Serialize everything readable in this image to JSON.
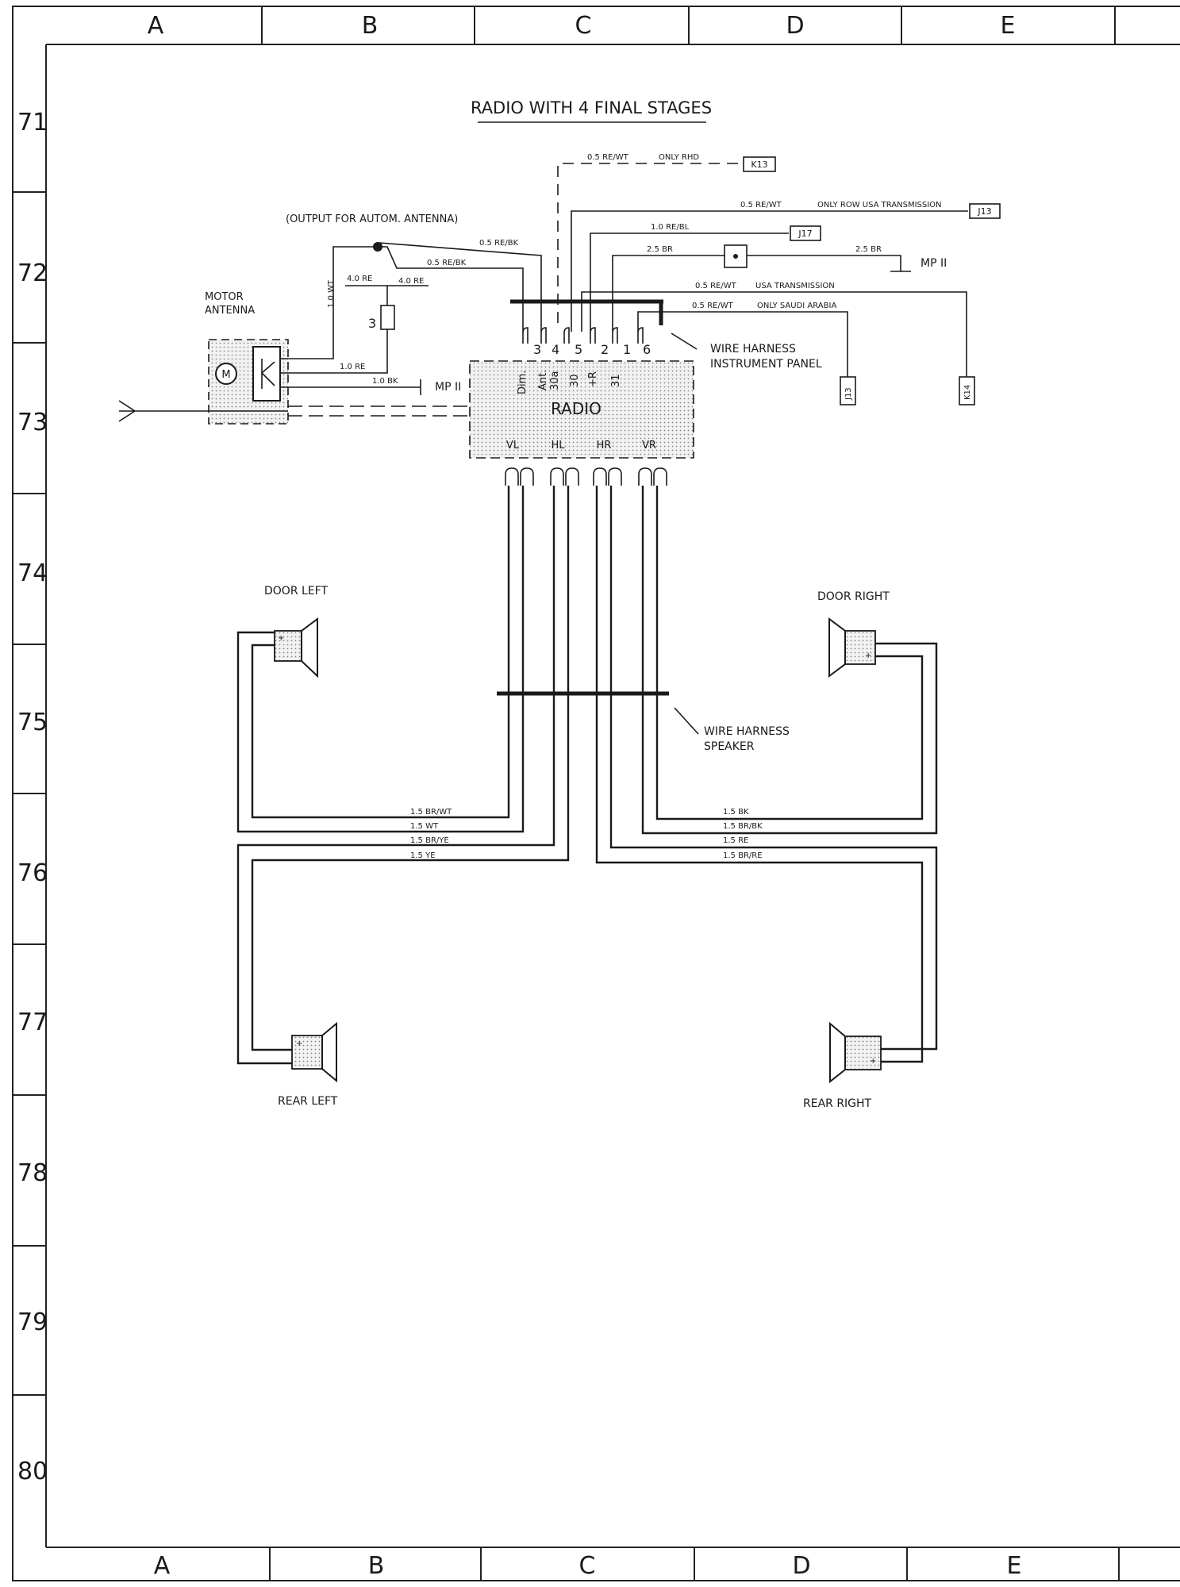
{
  "title": "RADIO WITH 4 FINAL STAGES",
  "grid": {
    "columns": [
      "A",
      "B",
      "C",
      "D",
      "E"
    ],
    "rows": [
      "71",
      "72",
      "73",
      "74",
      "75",
      "76",
      "77",
      "78",
      "79",
      "80"
    ]
  },
  "components": {
    "radio": "RADIO",
    "motor_antenna": [
      "MOTOR",
      "ANTENNA"
    ],
    "output_note": "(OUTPUT FOR AUTOM. ANTENNA)",
    "fuse": "3",
    "mp_ii": "MP II",
    "wire_harness_instrument": [
      "WIRE HARNESS",
      "INSTRUMENT PANEL"
    ],
    "wire_harness_speaker": [
      "WIRE HARNESS",
      "SPEAKER"
    ],
    "door_left": "DOOR LEFT",
    "door_right": "DOOR RIGHT",
    "rear_left": "REAR LEFT",
    "rear_right": "REAR RIGHT"
  },
  "connectors": {
    "k13": "K13",
    "j13": "J13",
    "j17": "J17",
    "k14": "K14"
  },
  "radio_pins": {
    "top": [
      "3",
      "4",
      "5",
      "2",
      "1",
      "6"
    ],
    "inside": [
      "Dim.",
      "Ant.",
      "30a",
      "30",
      "+R",
      "31"
    ],
    "outputs": [
      "VL",
      "HL",
      "HR",
      "VR"
    ]
  },
  "wire_labels": {
    "only_rhd_color": "0.5 RE/WT",
    "only_rhd": "ONLY RHD",
    "row_usa_color": "0.5 RE/WT",
    "row_usa": "ONLY ROW USA TRANSMISSION",
    "re_bl": "1.0 RE/BL",
    "br_25a": "2.5 BR",
    "br_25b": "2.5 BR",
    "re_bk_a": "0.5 RE/BK",
    "re_bk_b": "0.5 RE/BK",
    "usa_color": "0.5 RE/WT",
    "usa": "USA TRANSMISSION",
    "saudi_color": "0.5 RE/WT",
    "saudi": "ONLY SAUDI ARABIA",
    "wt_10": "1.0 WT",
    "re_40a": "4.0 RE",
    "re_40b": "4.0 RE",
    "re_10": "1.0 RE",
    "bk_10": "1.0 BK",
    "left_speakers": [
      "1.5 BR/WT",
      "1.5 WT",
      "1.5 BR/YE",
      "1.5 YE"
    ],
    "right_speakers": [
      "1.5 BK",
      "1.5 BR/BK",
      "1.5 RE",
      "1.5 BR/RE"
    ]
  }
}
